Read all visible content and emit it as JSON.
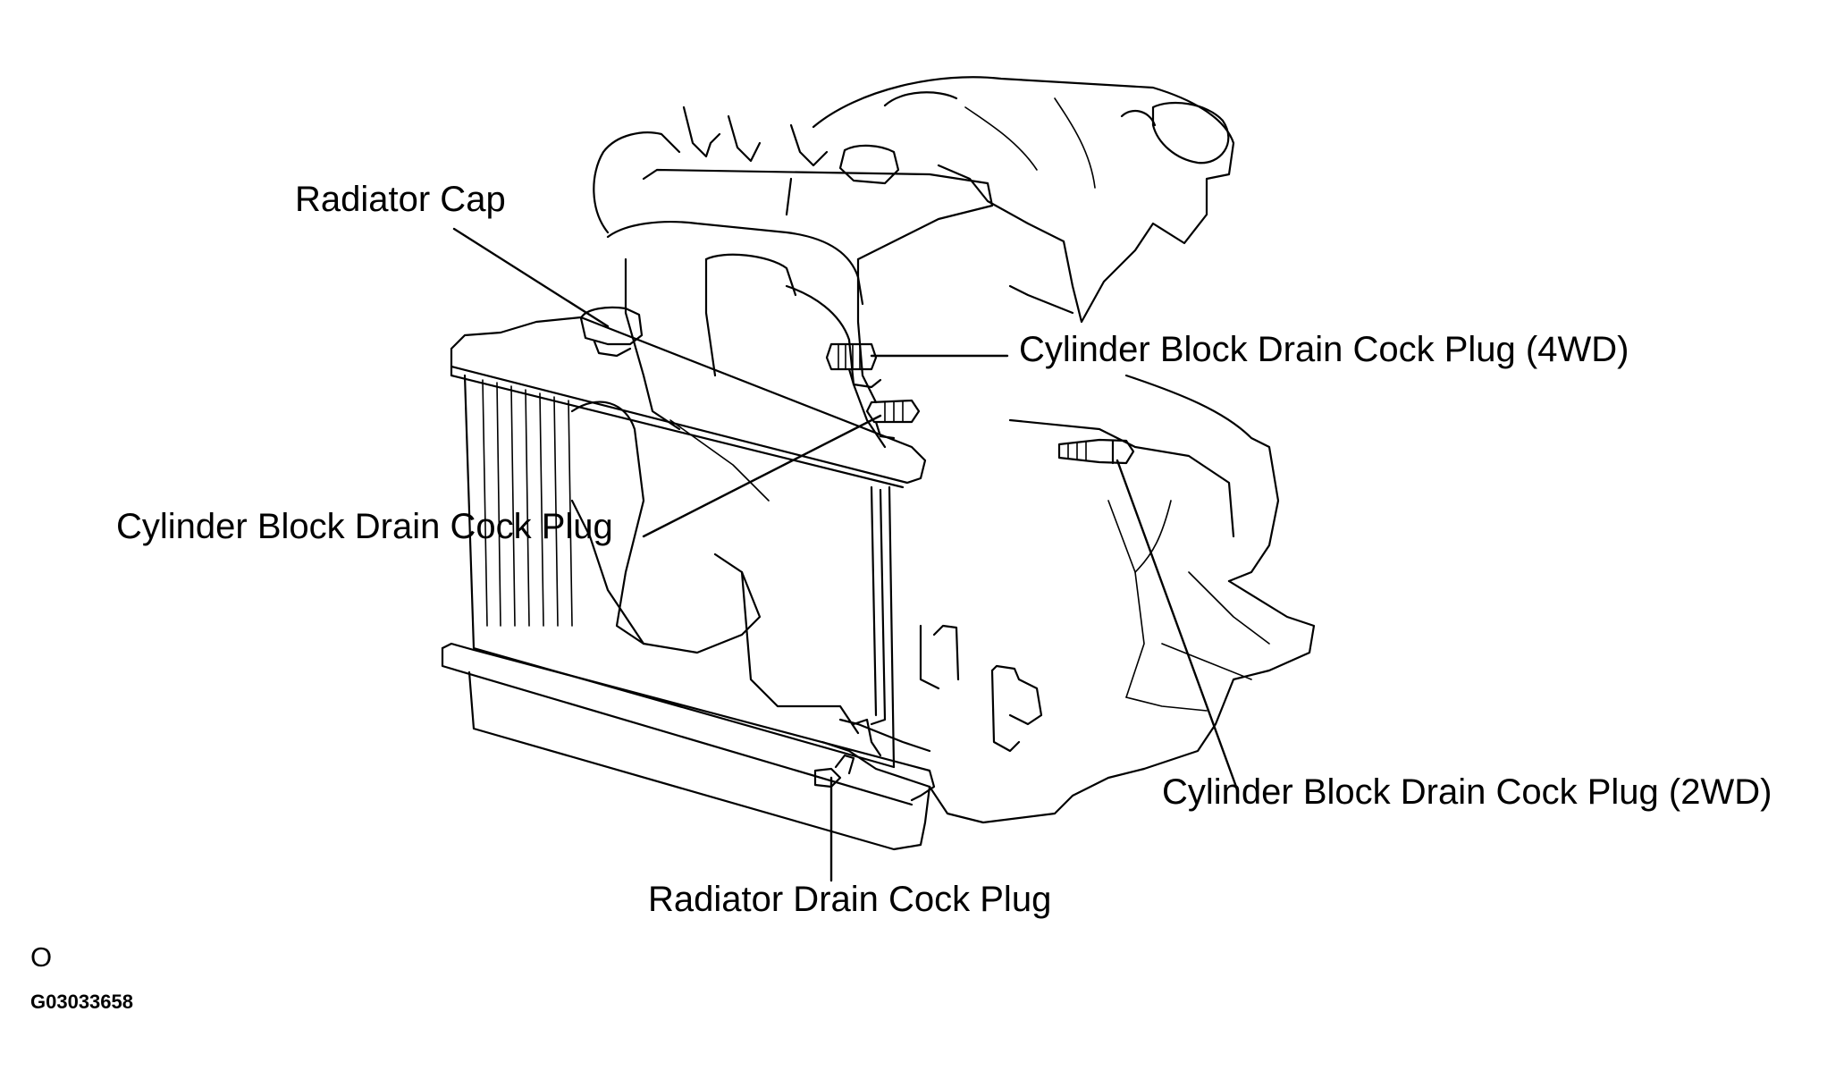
{
  "labels": {
    "radiator_cap": "Radiator Cap",
    "cyl_block_drain_4wd": "Cylinder Block Drain Cock Plug (4WD)",
    "cyl_block_drain": "Cylinder Block Drain Cock Plug",
    "cyl_block_drain_2wd": "Cylinder Block Drain Cock Plug (2WD)",
    "radiator_drain": "Radiator Drain Cock Plug"
  },
  "corner_mark": "O",
  "figure_id": "G03033658"
}
